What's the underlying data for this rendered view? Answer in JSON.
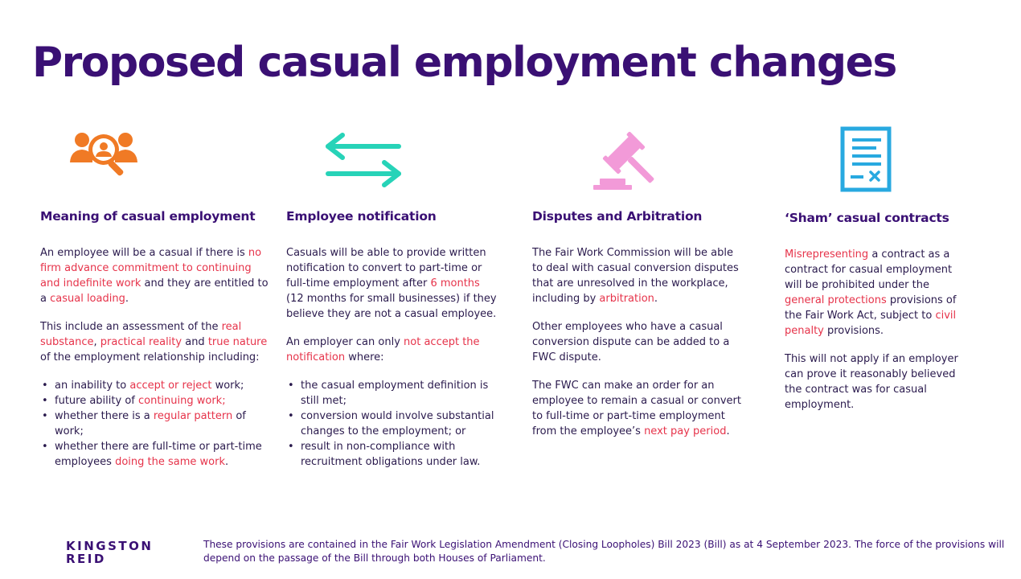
{
  "title": "Proposed casual employment changes",
  "colors": {
    "title": "#3a1074",
    "highlight": "#e6334a",
    "icon_orange": "#f07a25",
    "icon_teal": "#27d3b8",
    "icon_pink": "#f29ad8",
    "icon_blue": "#28a9e0"
  },
  "columns": [
    {
      "icon": "people-search-icon",
      "heading": "Meaning of casual employment",
      "p1": {
        "t1": "An employee will be a casual if there is ",
        "h1": "no firm advance commitment to continuing and indefinite work",
        "t2": " and they are entitled to a ",
        "h2": "casual loading",
        "t3": "."
      },
      "p2": {
        "t1": "This include an assessment of the ",
        "h1": "real substance",
        "t2": ", ",
        "h2": "practical reality",
        "t3": " and ",
        "h3": "true nature",
        "t4": " of the employment relationship including:"
      },
      "bullets": [
        {
          "t1": "an inability to ",
          "h1": "accept or reject",
          "t2": " work;"
        },
        {
          "t1": "future ability of ",
          "h1": "continuing work;",
          "t2": ""
        },
        {
          "t1": "whether there is a ",
          "h1": "regular pattern",
          "t2": " of work;"
        },
        {
          "t1": "whether there are full-time or part-time employees ",
          "h1": "doing the same work",
          "t2": "."
        }
      ]
    },
    {
      "icon": "exchange-arrows-icon",
      "heading": "Employee notification",
      "p1": {
        "t1": "Casuals will be able to provide written notification to convert to part-time or full-time employment after ",
        "h1": "6 months",
        "t2": " (12 months for small businesses) if they believe they are not a casual employee."
      },
      "p2": {
        "t1": "An employer can only ",
        "h1": "not accept the notification",
        "t2": " where:"
      },
      "bullets": [
        "the casual employment definition is still met;",
        "conversion would involve substantial changes to the employment; or",
        "result in non-compliance with recruitment obligations under law."
      ]
    },
    {
      "icon": "gavel-icon",
      "heading": "Disputes and Arbitration",
      "p1": {
        "t1": "The Fair Work Commission will be able to deal with casual conversion disputes that are unresolved in the workplace, including by ",
        "h1": "arbitration",
        "t2": "."
      },
      "p2": "Other employees who have a casual conversion dispute can be added to a FWC dispute.",
      "p3": {
        "t1": "The FWC can make an order for an employee to remain a casual or convert to full-time or part-time employment from the employee’s ",
        "h1": "next pay period",
        "t2": "."
      }
    },
    {
      "icon": "contract-document-icon",
      "heading": "‘Sham’ casual contracts",
      "p1": {
        "h1": "Misrepresenting",
        "t1": " a contract as a contract for casual employment will be prohibited under the ",
        "h2": "general protections",
        "t2": " provisions of the Fair Work Act, subject to ",
        "h3": "civil penalty",
        "t3": " provisions."
      },
      "p2": "This will not apply if an employer can prove it reasonably believed the contract was for casual employment."
    }
  ],
  "footer": {
    "logo_line1": "KINGSTON",
    "logo_line2": "REID",
    "note": "These provisions are contained in the Fair Work Legislation Amendment (Closing Loopholes) Bill 2023 (Bill) as at 4 September 2023. The force of the provisions will depend on the passage of the Bill through both Houses of Parliament."
  }
}
